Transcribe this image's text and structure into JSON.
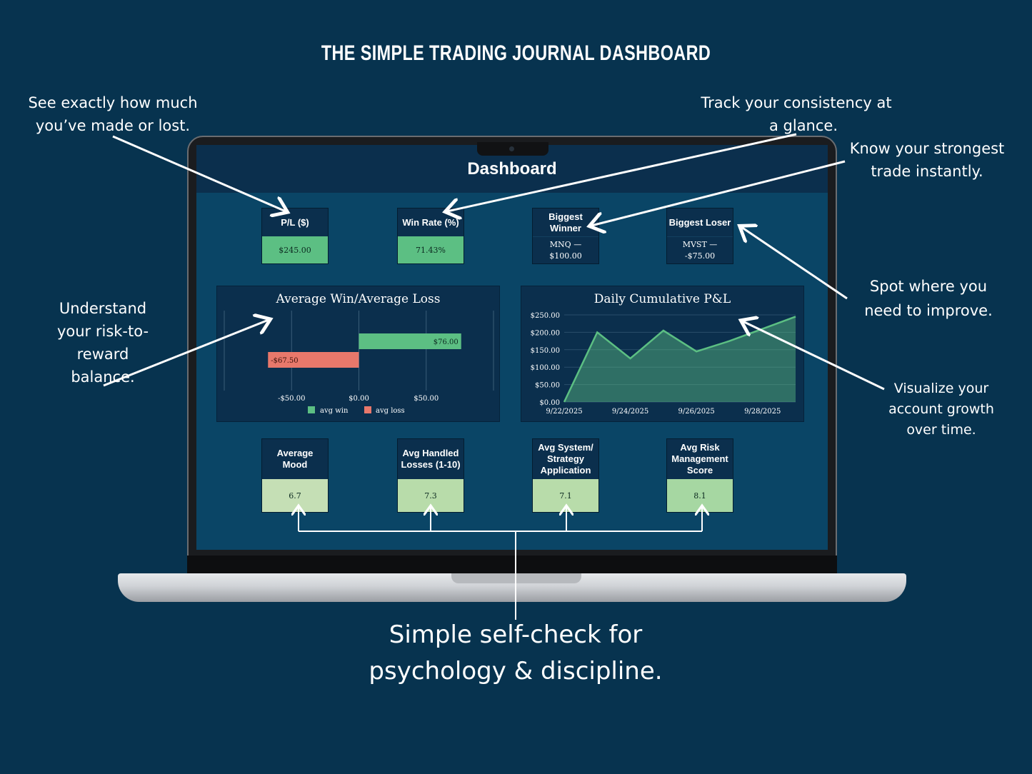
{
  "title": "THE SIMPLE TRADING JOURNAL DASHBOARD",
  "annotations": {
    "pl": [
      "See exactly how much",
      "you’ve made or lost."
    ],
    "consistency": [
      "Track your consistency at",
      "a glance."
    ],
    "strongest": [
      "Know your strongest",
      "trade instantly."
    ],
    "improve": [
      "Spot where you",
      "need to improve."
    ],
    "risk_reward": [
      "Understand",
      "your risk-to-",
      "reward",
      "balance."
    ],
    "growth": [
      "Visualize your",
      "account growth",
      "over time."
    ],
    "self_check": [
      "Simple self-check for",
      "psychology & discipline."
    ]
  },
  "dashboard": {
    "title": "Dashboard",
    "top_cards": [
      {
        "label": "P/L ($)",
        "value": "$245.00"
      },
      {
        "label": "Win Rate (%)",
        "value": "71.43%"
      },
      {
        "label": "Biggest Winner",
        "value": "MNQ — $100.00"
      },
      {
        "label": "Biggest Loser",
        "value": "MVST — -$75.00"
      }
    ],
    "bottom_cards": [
      {
        "label": "Average Mood",
        "value": "6.7"
      },
      {
        "label": "Avg Handled Losses (1-10)",
        "value": "7.3"
      },
      {
        "label": "Avg System/ Strategy Application",
        "value": "7.1"
      },
      {
        "label": "Avg Risk Management Score",
        "value": "8.1"
      }
    ]
  },
  "chart_data": [
    {
      "type": "bar",
      "title": "Average Win/Average Loss",
      "orientation": "horizontal",
      "series": [
        {
          "name": "avg win",
          "value": 76.0,
          "label": "$76.00",
          "color": "#5cbf83"
        },
        {
          "name": "avg loss",
          "value": -67.5,
          "label": "-$67.50",
          "color": "#e8786b"
        }
      ],
      "x_ticks": [
        "-$50.00",
        "$0.00",
        "$50.00"
      ],
      "xlim": [
        -100,
        100
      ],
      "legend": "bottom",
      "grid": true
    },
    {
      "type": "area",
      "title": "Daily Cumulative P&L",
      "x": [
        "9/22/2025",
        "9/23/2025",
        "9/24/2025",
        "9/25/2025",
        "9/26/2025",
        "9/27/2025",
        "9/28/2025",
        "9/29/2025"
      ],
      "values": [
        0,
        200,
        125,
        205,
        145,
        175,
        210,
        245
      ],
      "x_ticks": [
        "9/22/2025",
        "9/24/2025",
        "9/26/2025",
        "9/28/2025"
      ],
      "y_ticks": [
        "$250.00",
        "$200.00",
        "$150.00",
        "$100.00",
        "$50.00",
        "$0.00"
      ],
      "ylim": [
        0,
        250
      ],
      "color": "#5cbf83",
      "grid": true
    }
  ]
}
